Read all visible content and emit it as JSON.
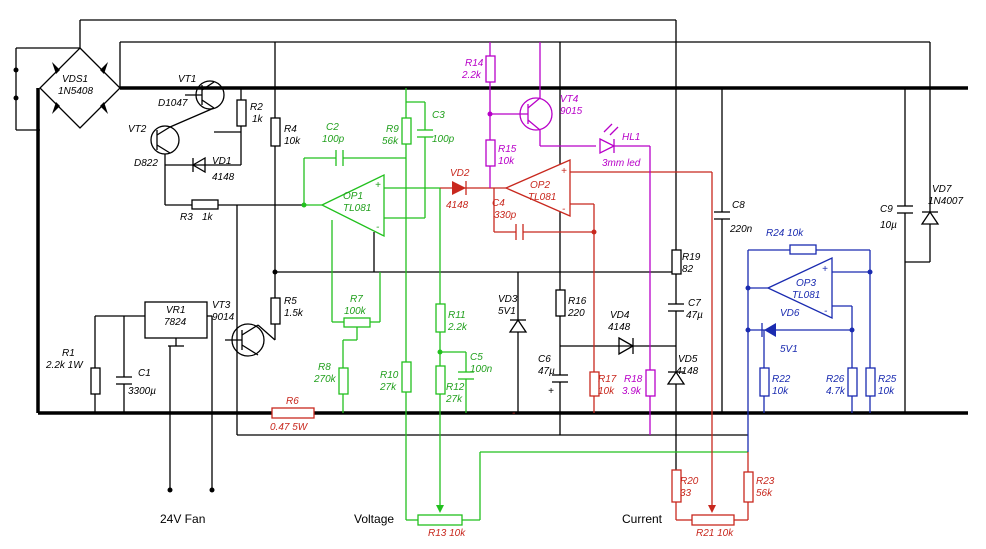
{
  "labels": {
    "vds1": "VDS1",
    "vds1_part": "1N5408",
    "vt1": "VT1",
    "vt1_part": "D1047",
    "vt2": "VT2",
    "vt2_part": "D822",
    "vt3": "VT3",
    "vt3_part": "9014",
    "vt4": "VT4",
    "vt4_part": "9015",
    "r1": "R1",
    "r1_val": "2.2k 1W",
    "r2": "R2",
    "r2_val": "1k",
    "r3": "R3",
    "r3_val": "1k",
    "r4": "R4",
    "r4_val": "10k",
    "r5": "R5",
    "r5_val": "1.5k",
    "r6": "R6",
    "r6_val": "0.47 5W",
    "r7": "R7",
    "r7_val": "100k",
    "r8": "R8",
    "r8_val": "270k",
    "r9": "R9",
    "r9_val": "56k",
    "r10": "R10",
    "r10_val": "27k",
    "r11": "R11",
    "r11_val": "2.2k",
    "r12": "R12",
    "r12_val": "27k",
    "r13": "R13 10k",
    "r14": "R14",
    "r14_val": "2.2k",
    "r15": "R15",
    "r15_val": "10k",
    "r16": "R16",
    "r16_val": "220",
    "r17": "R17",
    "r17_val": "10k",
    "r18": "R18",
    "r18_val": "3.9k",
    "r19": "R19",
    "r19_val": "82",
    "r20": "R20",
    "r20_val": "33",
    "r21": "R21 10k",
    "r22": "R22",
    "r22_val": "10k",
    "r23": "R23",
    "r23_val": "56k",
    "r24": "R24  10k",
    "r25": "R25",
    "r25_val": "10k",
    "r26": "R26",
    "r26_val": "4.7k",
    "c1": "C1",
    "c1_val": "3300µ",
    "c2": "C2",
    "c2_val": "100p",
    "c3": "C3",
    "c3_val": "100p",
    "c4": "C4",
    "c4_val": "330p",
    "c5": "C5",
    "c5_val": "100n",
    "c6": "C6",
    "c6_val": "47µ",
    "c7": "C7",
    "c7_val": "47µ",
    "c8": "C8",
    "c8_val": "220n",
    "c9": "C9",
    "c9_val": "10µ",
    "vd1": "VD1",
    "vd1_val": "4148",
    "vd2": "VD2",
    "vd2_val": "4148",
    "vd3": "VD3",
    "vd3_val": "5V1",
    "vd4": "VD4",
    "vd4_val": "4148",
    "vd5": "VD5",
    "vd5_val": "4148",
    "vd6": "VD6",
    "vd6_val": "5V1",
    "vd7": "VD7",
    "vd7_val": "1N4007",
    "hl1": "HL1",
    "hl1_val": "3mm led",
    "vr1": "VR1",
    "vr1_val": "7824",
    "op1": "OP1",
    "op1_part": "TL081",
    "op2": "OP2",
    "op2_part": "TL081",
    "op3": "OP3",
    "op3_part": "TL081",
    "fan": "24V Fan",
    "voltage": "Voltage",
    "current": "Current",
    "plus": "+",
    "minus": "-"
  },
  "colors": {
    "power": "#000000",
    "voltage_loop": "#22c01e",
    "current_loop": "#c8281e",
    "indicator": "#b800c8",
    "limit_loop": "#1a2bb0"
  }
}
